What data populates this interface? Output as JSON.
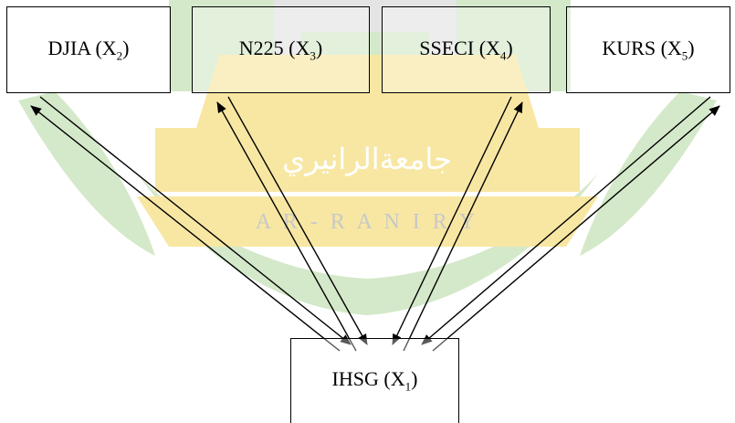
{
  "watermark": {
    "arabic_text": "جامعةالرانيري",
    "latin_text": "A R - R A N I R Y",
    "colors": {
      "green": "#d4e9c9",
      "gold": "#f7e7a3",
      "gray": "#e4e4e4"
    }
  },
  "nodes": [
    {
      "id": "djia",
      "name": "DJIA",
      "var": "X",
      "sub": "2"
    },
    {
      "id": "n225",
      "name": "N225",
      "var": "X",
      "sub": "3"
    },
    {
      "id": "sseci",
      "name": "SSECI",
      "var": "X",
      "sub": "4"
    },
    {
      "id": "kurs",
      "name": "KURS",
      "var": "X",
      "sub": "5"
    },
    {
      "id": "ihsg",
      "name": "IHSG",
      "var": "X",
      "sub": "1"
    }
  ],
  "edges": [
    {
      "from": "djia",
      "to": "ihsg",
      "bidirectional": true
    },
    {
      "from": "n225",
      "to": "ihsg",
      "bidirectional": true
    },
    {
      "from": "sseci",
      "to": "ihsg",
      "bidirectional": true
    },
    {
      "from": "kurs",
      "to": "ihsg",
      "bidirectional": true
    }
  ]
}
